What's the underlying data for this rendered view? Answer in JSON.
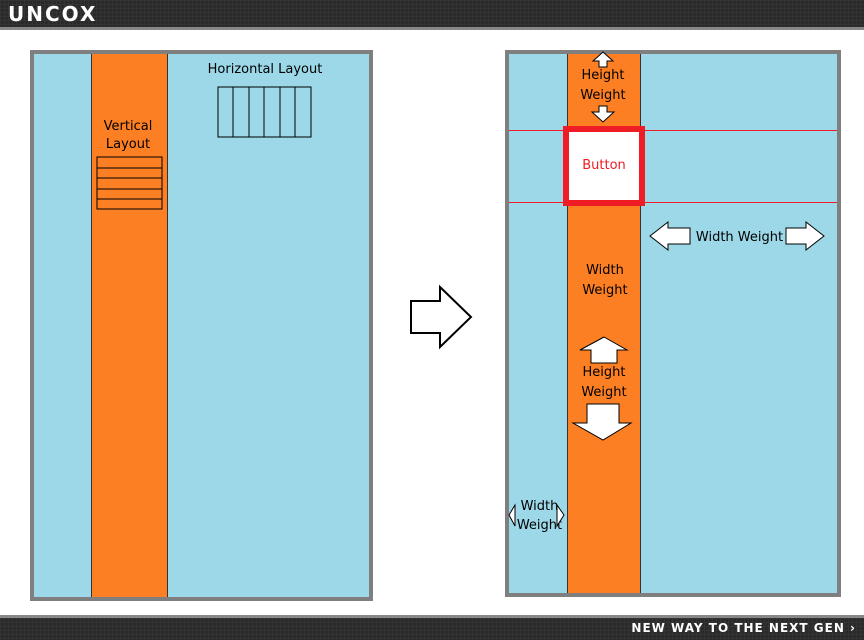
{
  "header": {
    "logo": "UNCOX"
  },
  "footer": {
    "tagline": "NEW WAY TO THE NEXT GEN ›"
  },
  "left_panel": {
    "vertical_label": "Vertical Layout",
    "horizontal_label": "Horizontal Layout"
  },
  "right_panel": {
    "top_height_weight": "Height Weight",
    "button": "Button",
    "width_weight_right": "Width Weight",
    "center_width_weight": "Width Weight",
    "center_height_weight": "Height Weight",
    "bottom_width_weight": "Width Weight"
  },
  "colors": {
    "panel": "#9cd8e8",
    "column": "#fd7f23",
    "button_border": "#ee1c24"
  }
}
